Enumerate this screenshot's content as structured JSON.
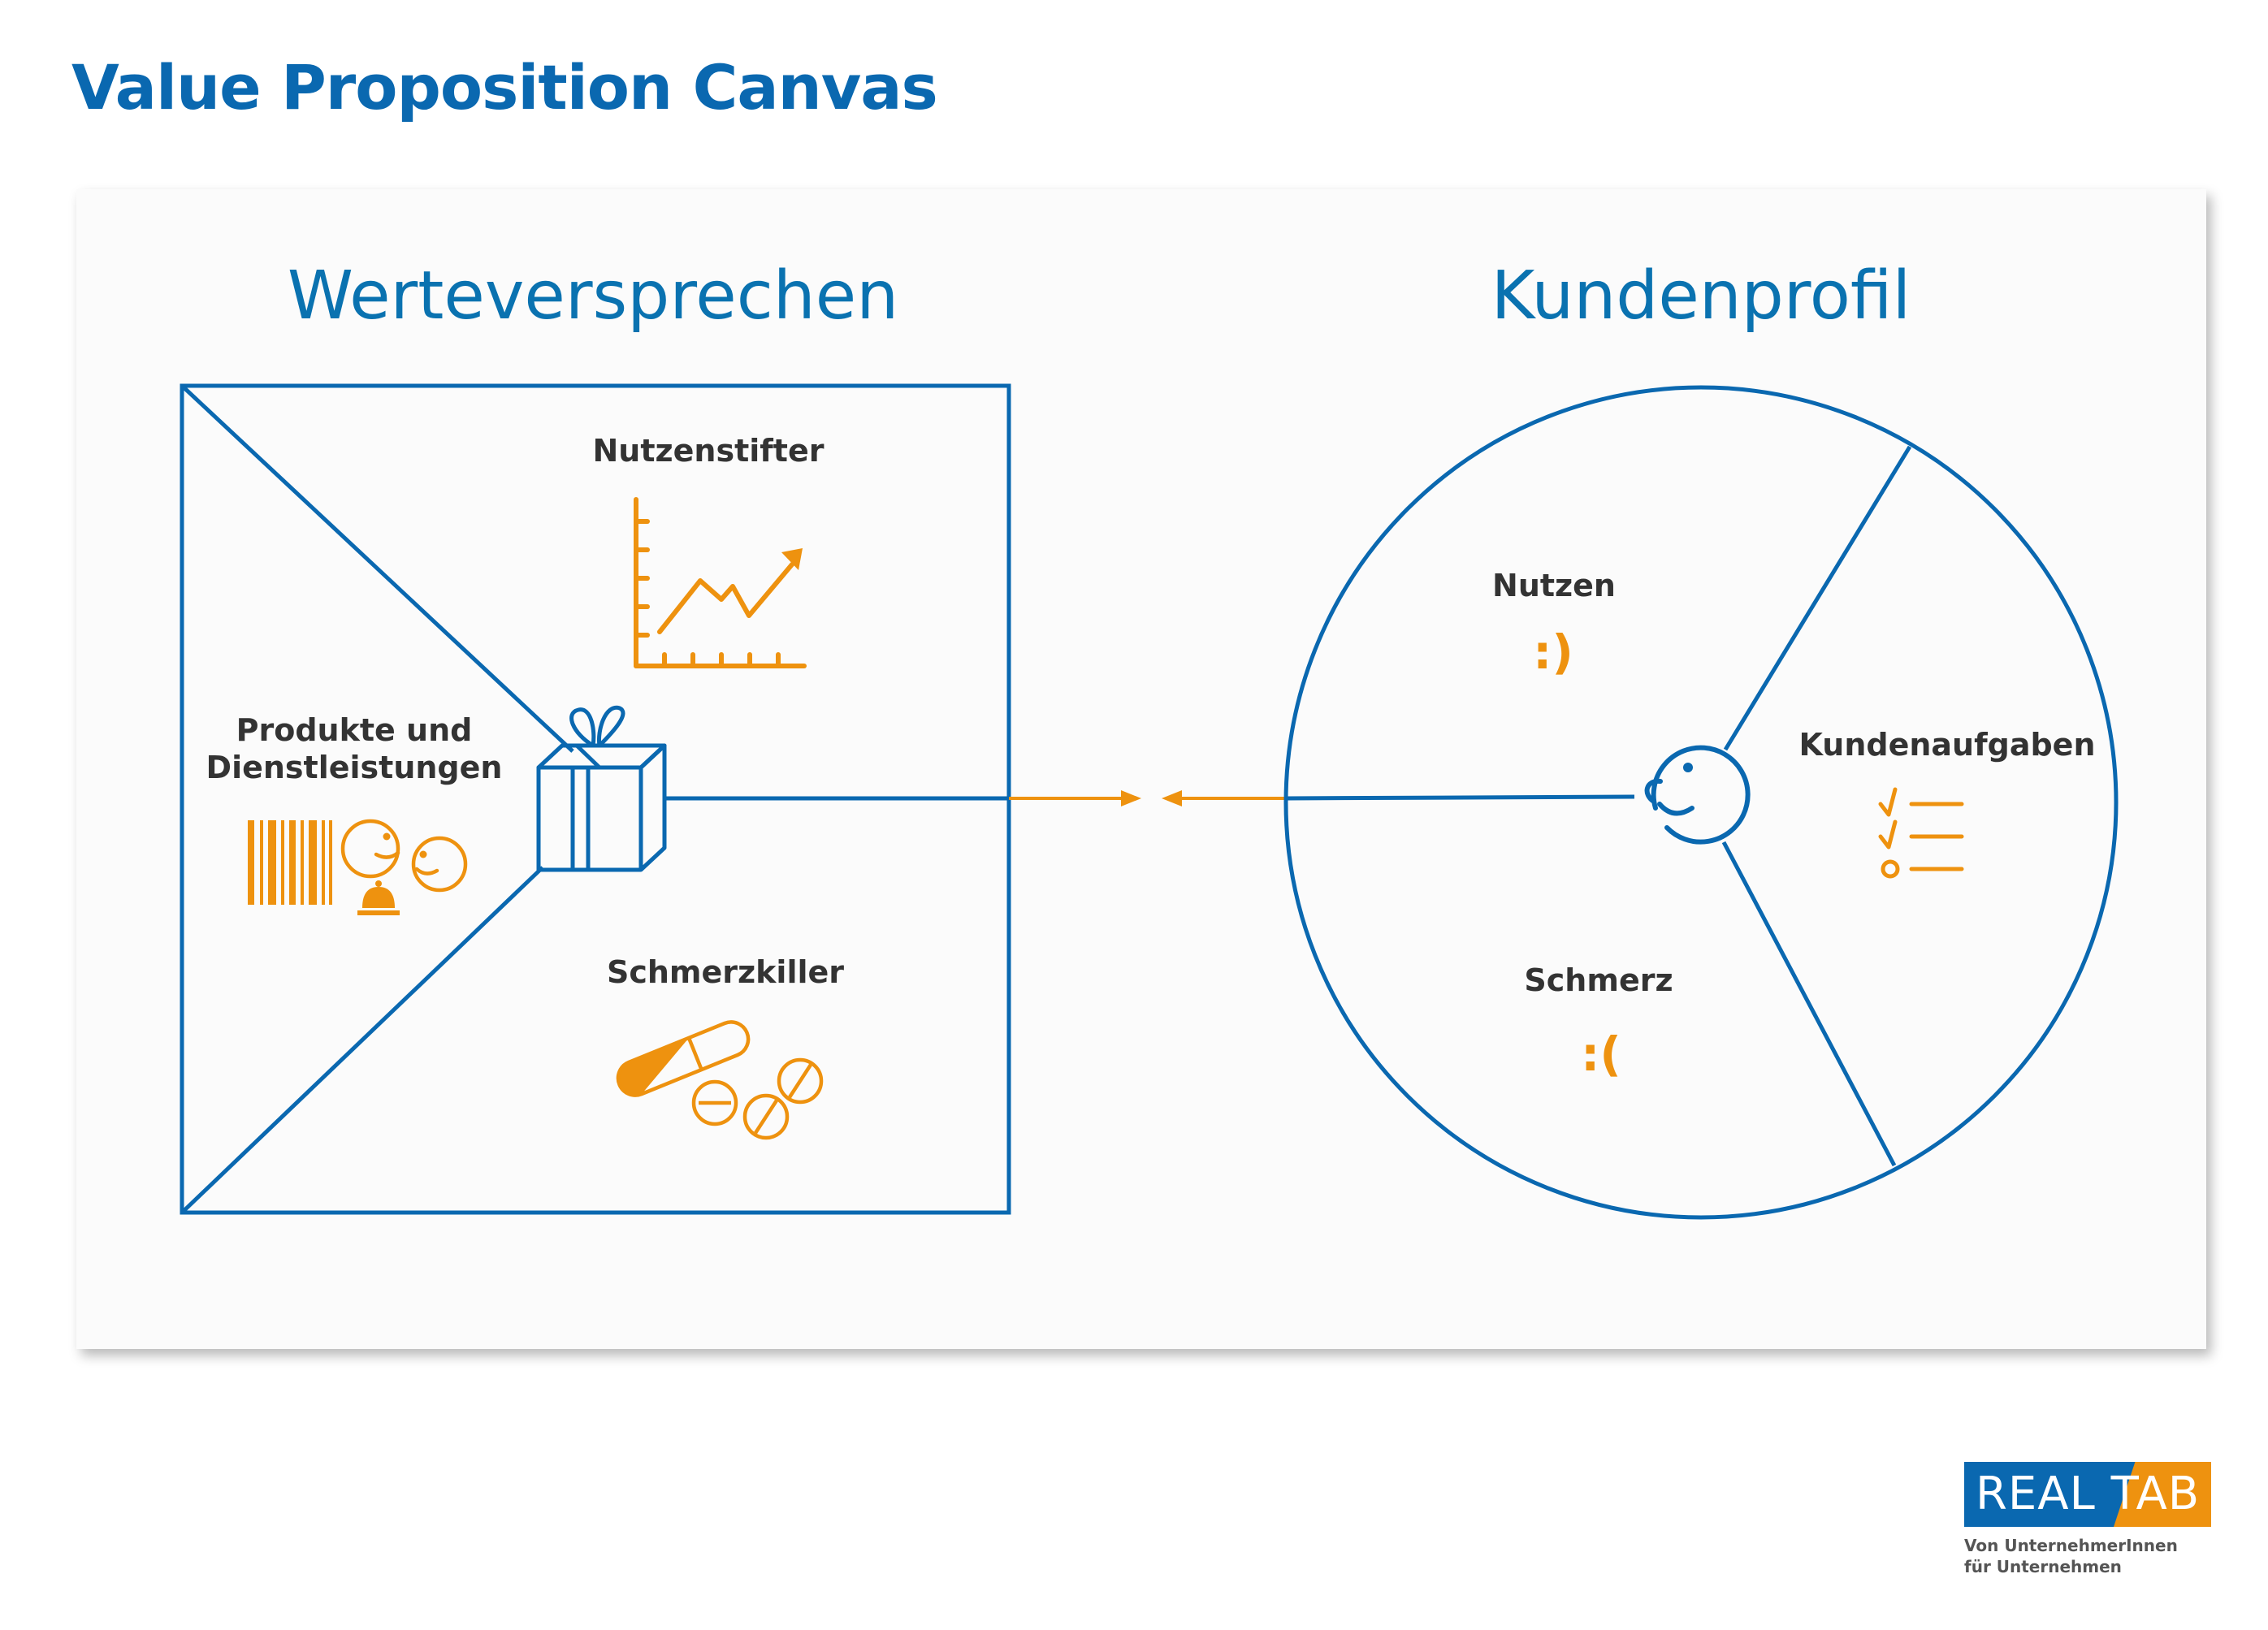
{
  "title": "Value Proposition Canvas",
  "value_proposition": {
    "heading": "Werteversprechen",
    "gain_creators": "Nutzenstifter",
    "products_line1": "Produkte und",
    "products_line2": "Dienstleistungen",
    "pain_relievers": "Schmerzkiller"
  },
  "customer_profile": {
    "heading": "Kundenprofil",
    "gains": "Nutzen",
    "gains_emote": ":)",
    "pains": "Schmerz",
    "pains_emote": ":(",
    "jobs": "Kundenaufgaben"
  },
  "logo": {
    "brand_left": "REAL",
    "brand_right": "TAB",
    "tagline_line1": "Von UnternehmerInnen",
    "tagline_line2": "für Unternehmen"
  },
  "colors": {
    "blue": "#0a68b0",
    "orange": "#ee920f",
    "text": "#333333"
  },
  "icons": [
    "gift-icon",
    "growth-chart-icon",
    "barcode-icon",
    "service-faces-icon",
    "service-bell-icon",
    "pills-icon",
    "customer-face-icon",
    "checklist-icon",
    "arrow-right-icon",
    "arrow-left-icon"
  ]
}
